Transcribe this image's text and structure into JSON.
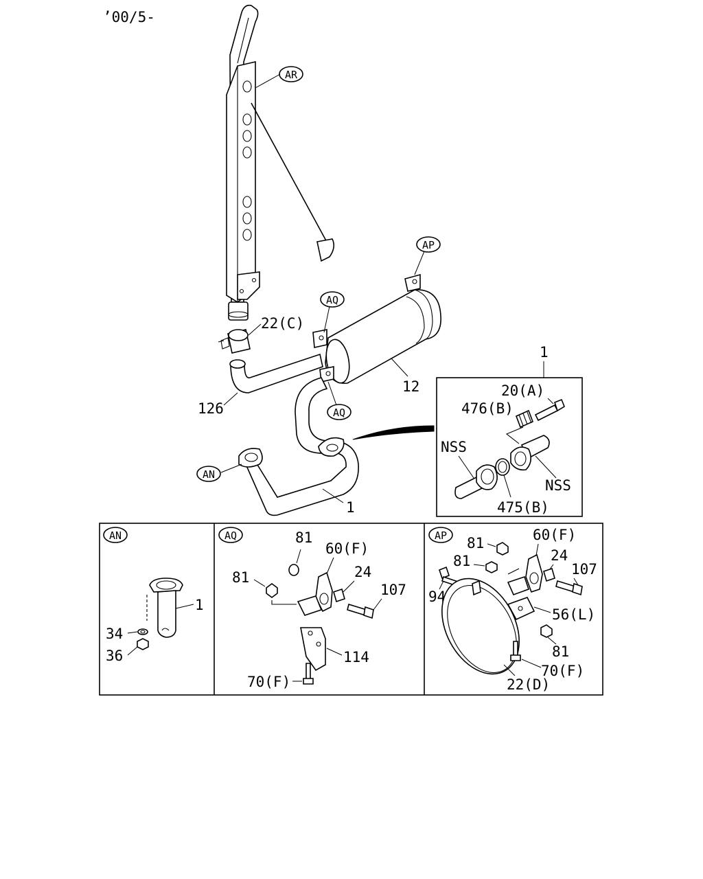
{
  "date_code": "’00/5-",
  "callouts": {
    "AR": "AR",
    "AP": "AP",
    "AQ": "AQ",
    "AN": "AN"
  },
  "main_labels": {
    "clamp_22c": "22(C)",
    "pipe_126": "126",
    "muffler_12": "12",
    "pipe_1": "1"
  },
  "inset": {
    "ref": "1",
    "bolt": "20(A)",
    "spring": "476(B)",
    "gasket": "475(B)",
    "nss_left": "NSS",
    "nss_right": "NSS"
  },
  "panel_an": {
    "title": "AN",
    "part_1": "1",
    "part_34": "34",
    "part_36": "36"
  },
  "panel_aq": {
    "title": "AQ",
    "part_81a": "81",
    "part_60f": "60(F)",
    "part_81b": "81",
    "part_24": "24",
    "part_107": "107",
    "part_114": "114",
    "part_70f": "70(F)"
  },
  "panel_ap": {
    "title": "AP",
    "part_81a": "81",
    "part_60f": "60(F)",
    "part_81b": "81",
    "part_24": "24",
    "part_107": "107",
    "part_94": "94",
    "part_56l": "56(L)",
    "part_81c": "81",
    "part_70f": "70(F)",
    "part_22d": "22(D)"
  }
}
